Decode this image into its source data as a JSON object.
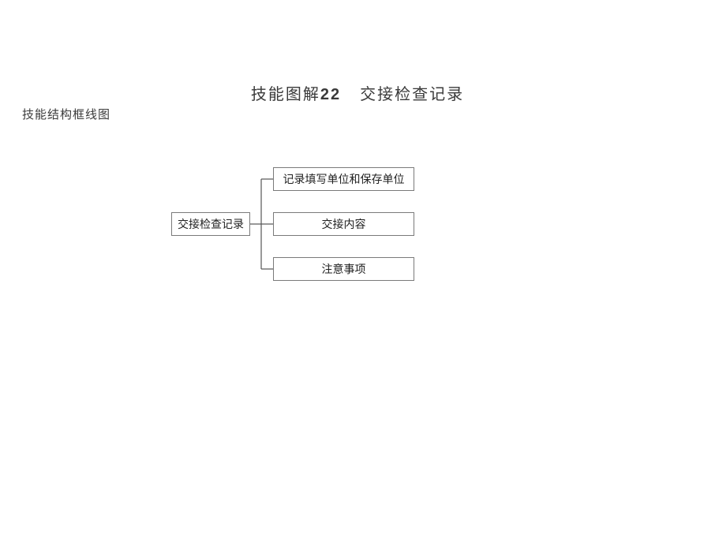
{
  "title": {
    "text": "技能图解",
    "number": "22",
    "topic": "交接检查记录"
  },
  "subtitle": "技能结构框线图",
  "diagram": {
    "root": "交接检查记录",
    "children": [
      "记录填写单位和保存单位",
      "交接内容",
      "注意事项"
    ]
  }
}
